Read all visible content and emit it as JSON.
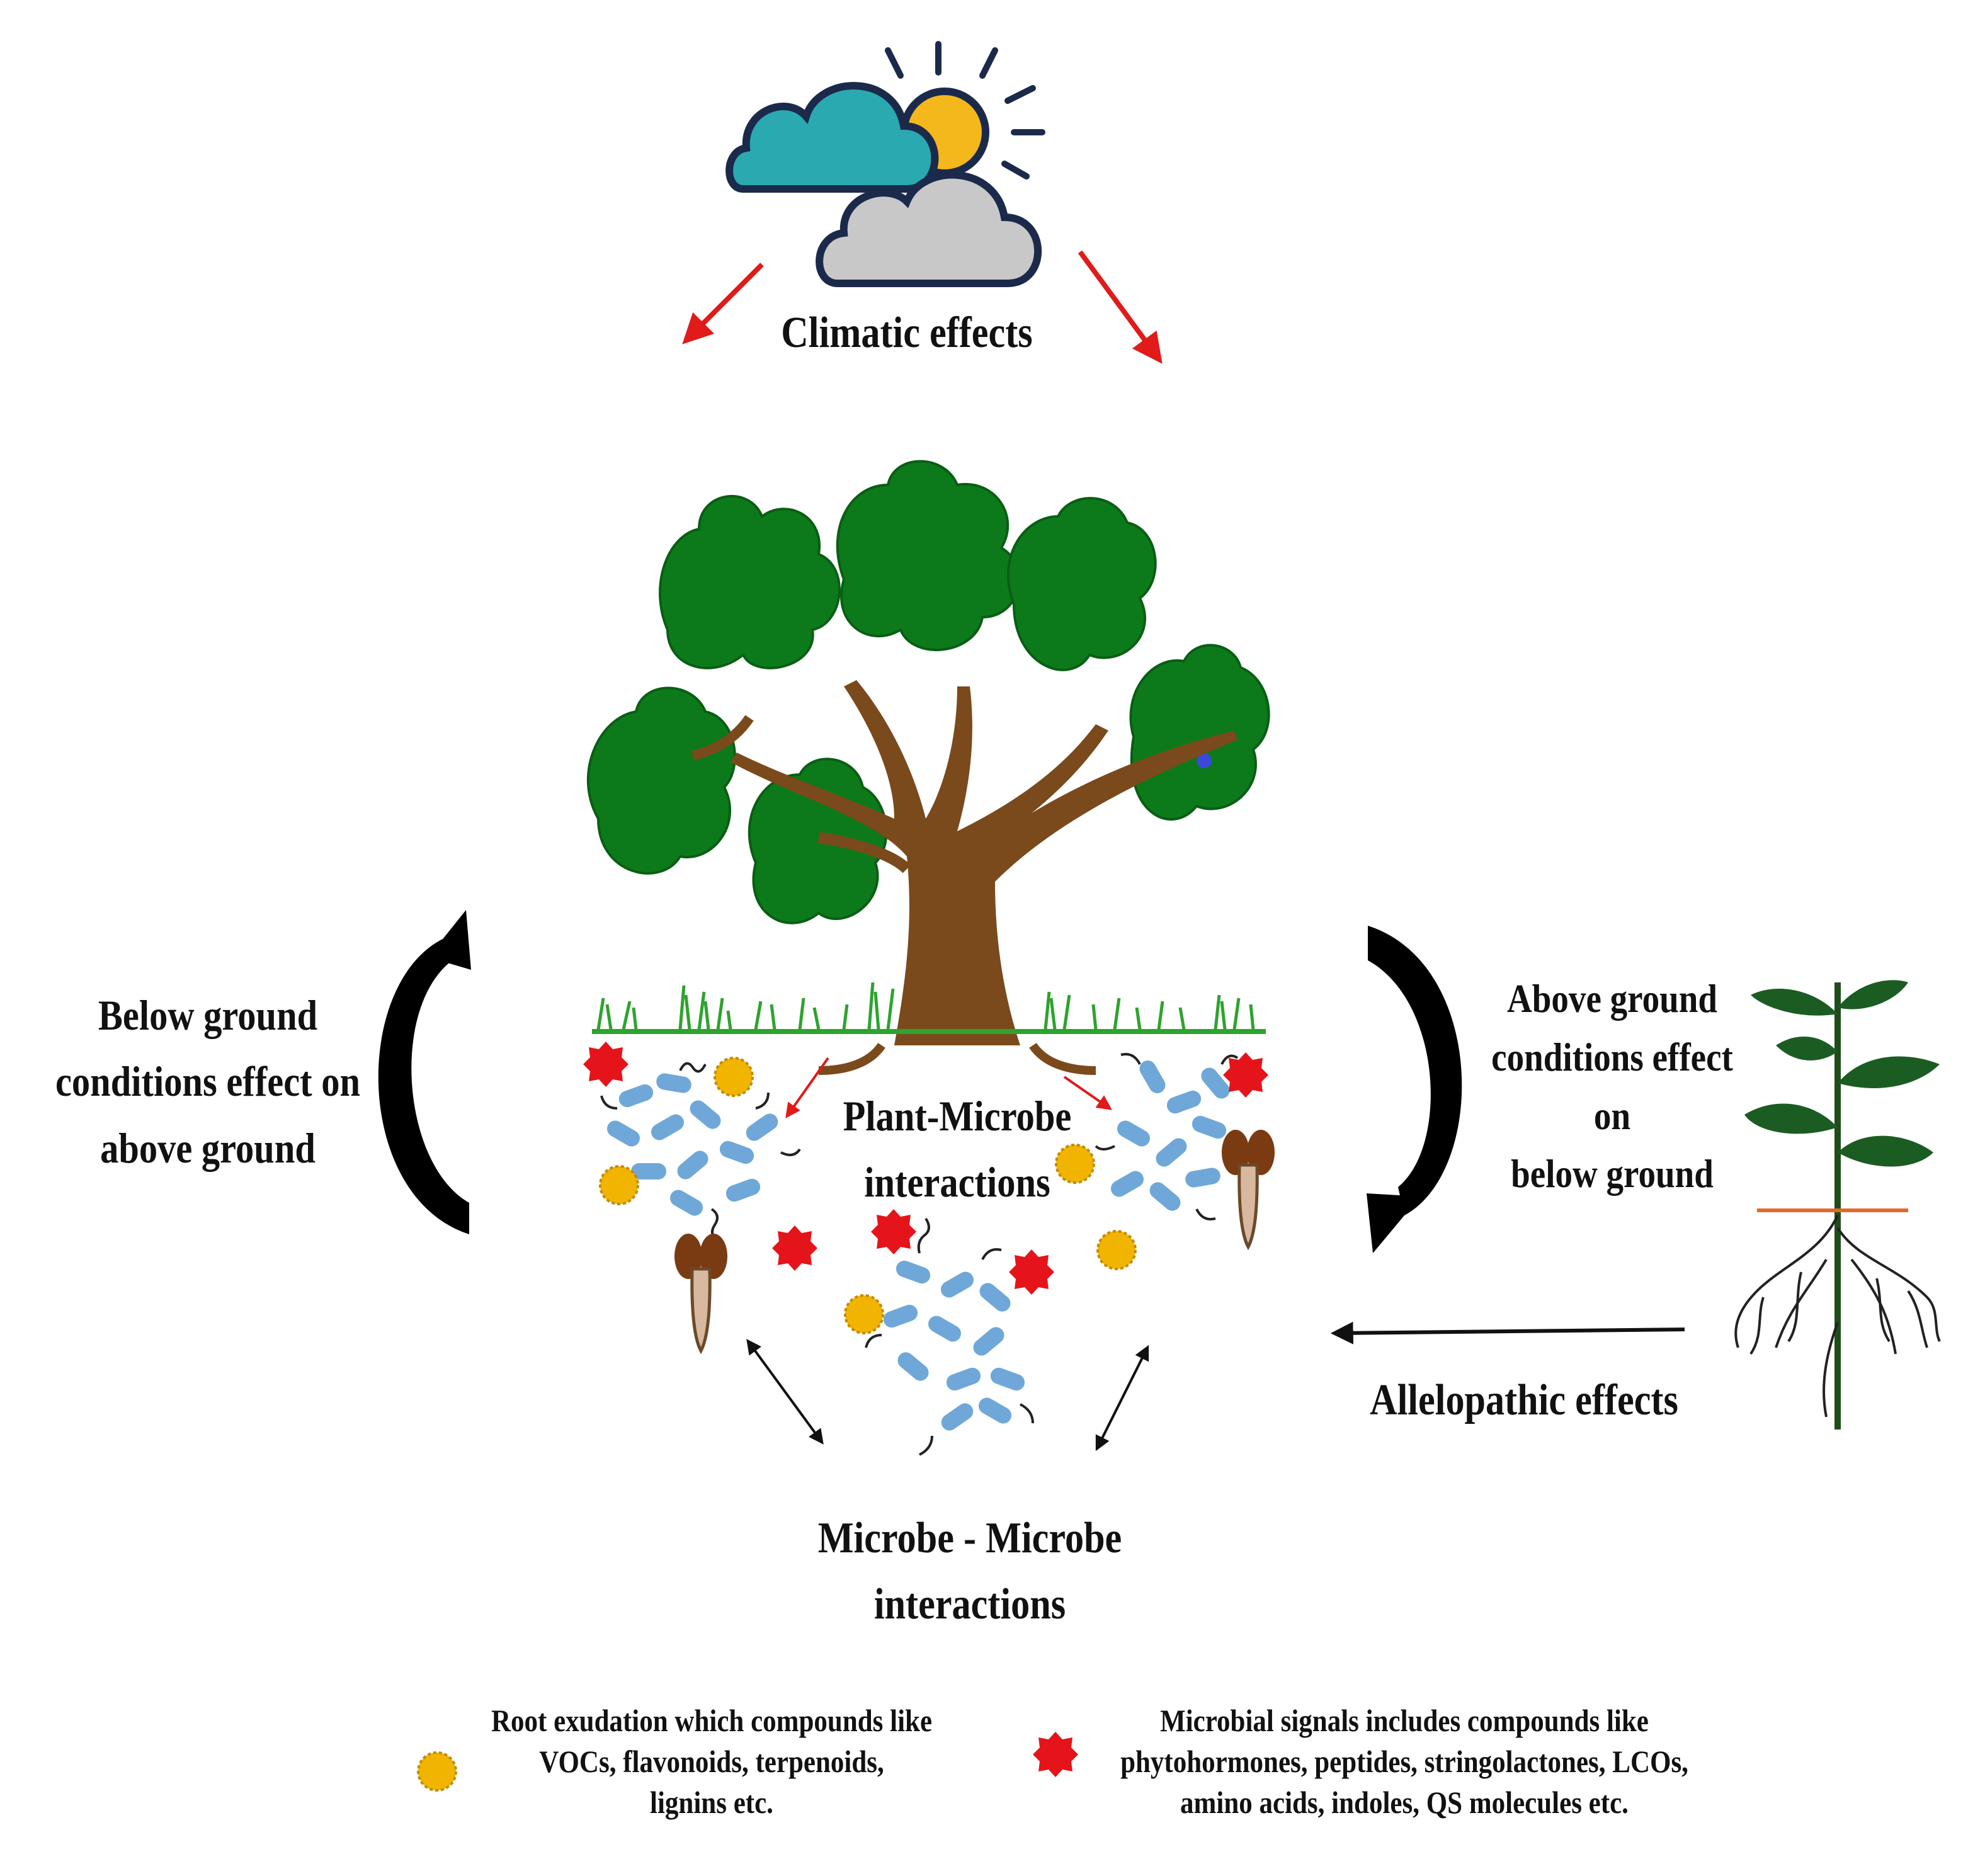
{
  "labels": {
    "climatic": "Climatic  effects",
    "below_ground": [
      "Below ground",
      "conditions  effect on",
      "above ground"
    ],
    "above_ground": [
      "Above ground",
      "conditions effect on",
      "below ground"
    ],
    "plant_microbe": [
      "Plant-Microbe",
      "interactions"
    ],
    "microbe_microbe": [
      "Microbe  - Microbe",
      "interactions"
    ],
    "allelopathic": "Allelopathic  effects"
  },
  "legend": {
    "root_exudation": [
      "Root exudation which  compounds  like",
      "VOCs, flavonoids,  terpenoids,",
      "lignins  etc."
    ],
    "microbial_signals": [
      "Microbial  signals includes compounds  like",
      "phytohormones,  peptides, stringolactones, LCOs,",
      "amino  acids, indoles, QS molecules etc."
    ]
  },
  "colors": {
    "tree_foliage": "#0c7a1a",
    "trunk": "#7a4a1c",
    "grass": "#2ea32e",
    "arrow_red": "#e11a1a",
    "exudate_yellow": "#f1b400",
    "signal_red": "#e5141a",
    "bacteria_blue": "#6fa8d8",
    "cloud_teal": "#2aa9b0",
    "cloud_grey": "#c8c8c8",
    "sun": "#f4b71c"
  },
  "icons": [
    "cloud-sun-icon",
    "tree-icon",
    "seedling-icon",
    "bacteria-cluster-icon",
    "exudate-marker-icon",
    "signal-marker-icon",
    "mycorrhiza-icon"
  ]
}
